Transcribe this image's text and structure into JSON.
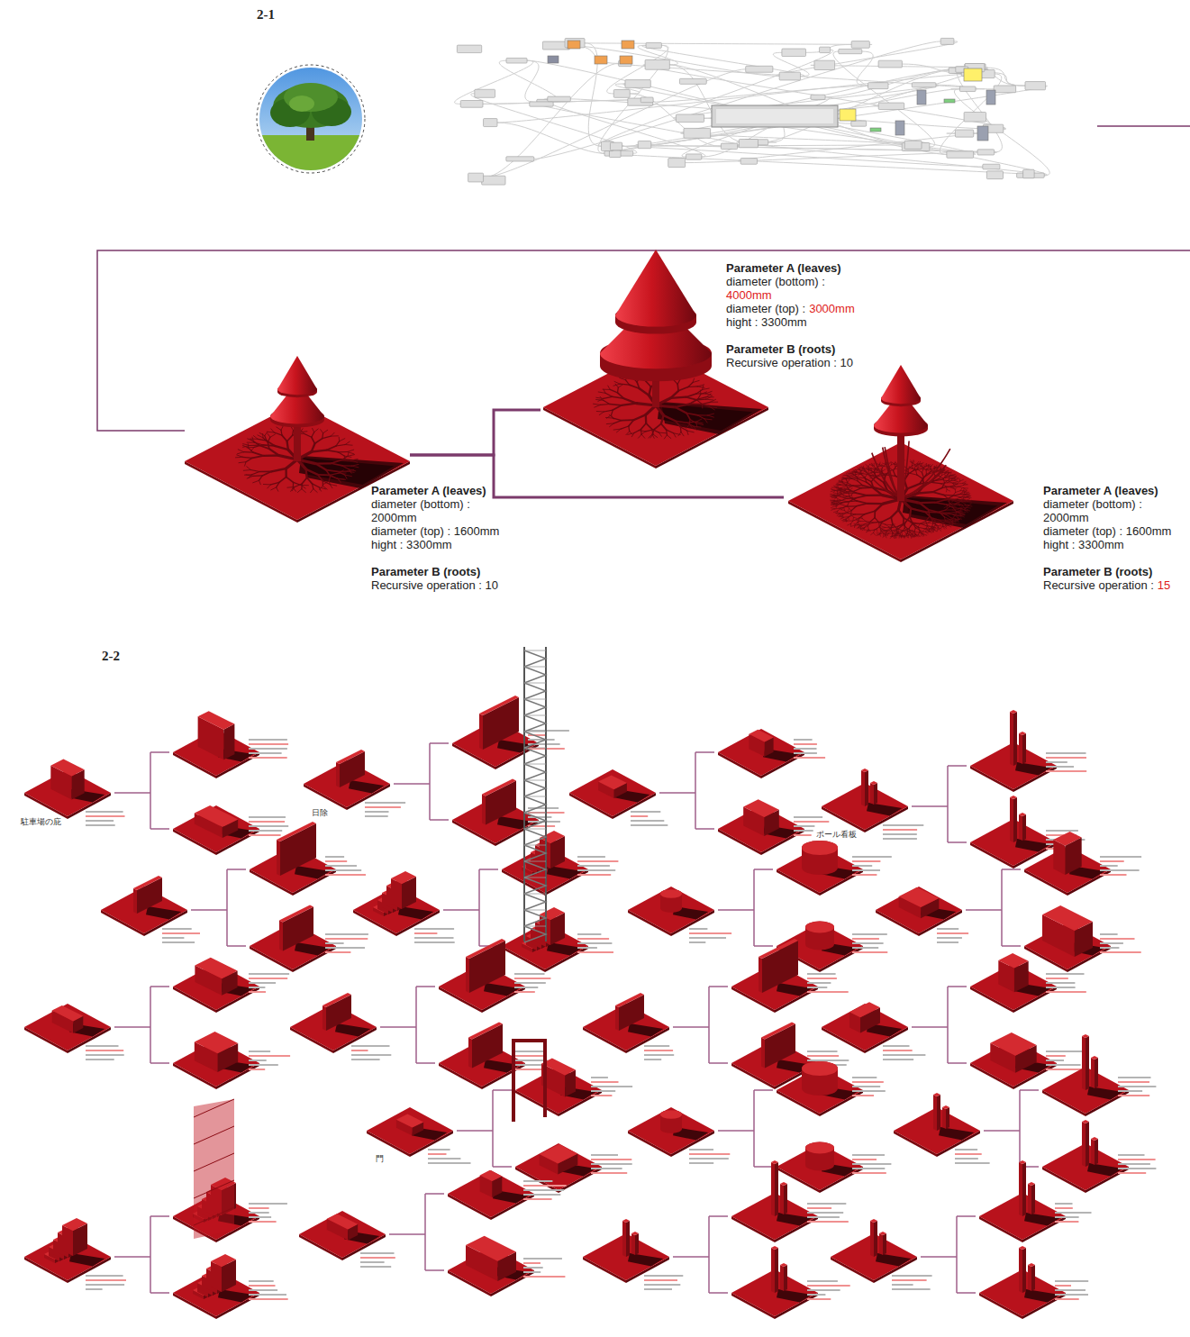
{
  "diagram": {
    "nodes": [
      {
        "text": [
          "Parameter A (leaves)",
          "diameter (bottom) :",
          "2000mm",
          "diameter (top) : 1600mm",
          "hight : 3300mm",
          "Parameter B (roots)",
          "Recursive operation : 10"
        ]
      },
      {
        "text": [
          "Parameter A (leaves)",
          "diameter (bottom) :",
          "4000mm",
          "diameter (top) :",
          "3000mm",
          "hight : 3300mm",
          "Parameter B (roots)",
          "Recursive operation : 10"
        ]
      },
      {
        "text": [
          "Parameter A (leaves)",
          "diameter (bottom) :",
          "2000mm",
          "diameter (top) : 1600mm",
          "hight : 3300mm",
          "Parameter B (roots)",
          "Recursive operation :",
          "15"
        ]
      }
    ],
    "edges": [
      {
        "from": 0,
        "to": 1,
        "arrow": "none"
      },
      {
        "from": 0,
        "to": 2,
        "arrow": "none"
      }
    ],
    "labels": [
      "2-1",
      "2-2",
      "駐車場の庇",
      "日除",
      "ポール看板",
      "門"
    ]
  }
}
